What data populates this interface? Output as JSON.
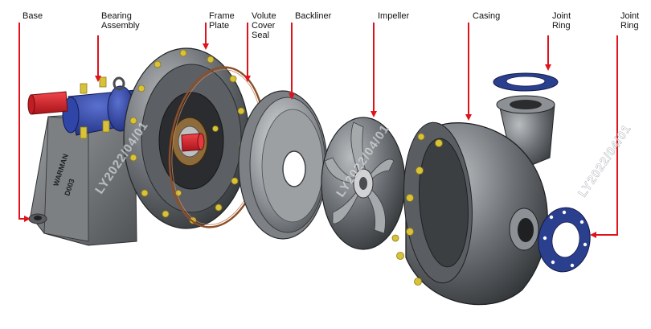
{
  "labels": {
    "base": "Base",
    "bearing_assembly": "Bearing\nAssembly",
    "frame_plate": "Frame\nPlate",
    "volute_cover_seal": "Volute\nCover\nSeal",
    "backliner": "Backliner",
    "impeller": "Impeller",
    "casing": "Casing",
    "joint_ring_top": "Joint\nRing",
    "joint_ring_side": "Joint\nRing"
  },
  "base_marking": "WARMAN\nD003",
  "watermark": "LY2022/04/01",
  "colors": {
    "leader_line": "#e0121b",
    "metal": "#6f7377",
    "metal_dark": "#3a3d40",
    "bearing_blue": "#2a3f9e",
    "shaft_red": "#d8242b",
    "bolt_yellow": "#d8c23a",
    "joint_ring_blue": "#2b3f8f",
    "seal_copper": "#a0613a"
  }
}
